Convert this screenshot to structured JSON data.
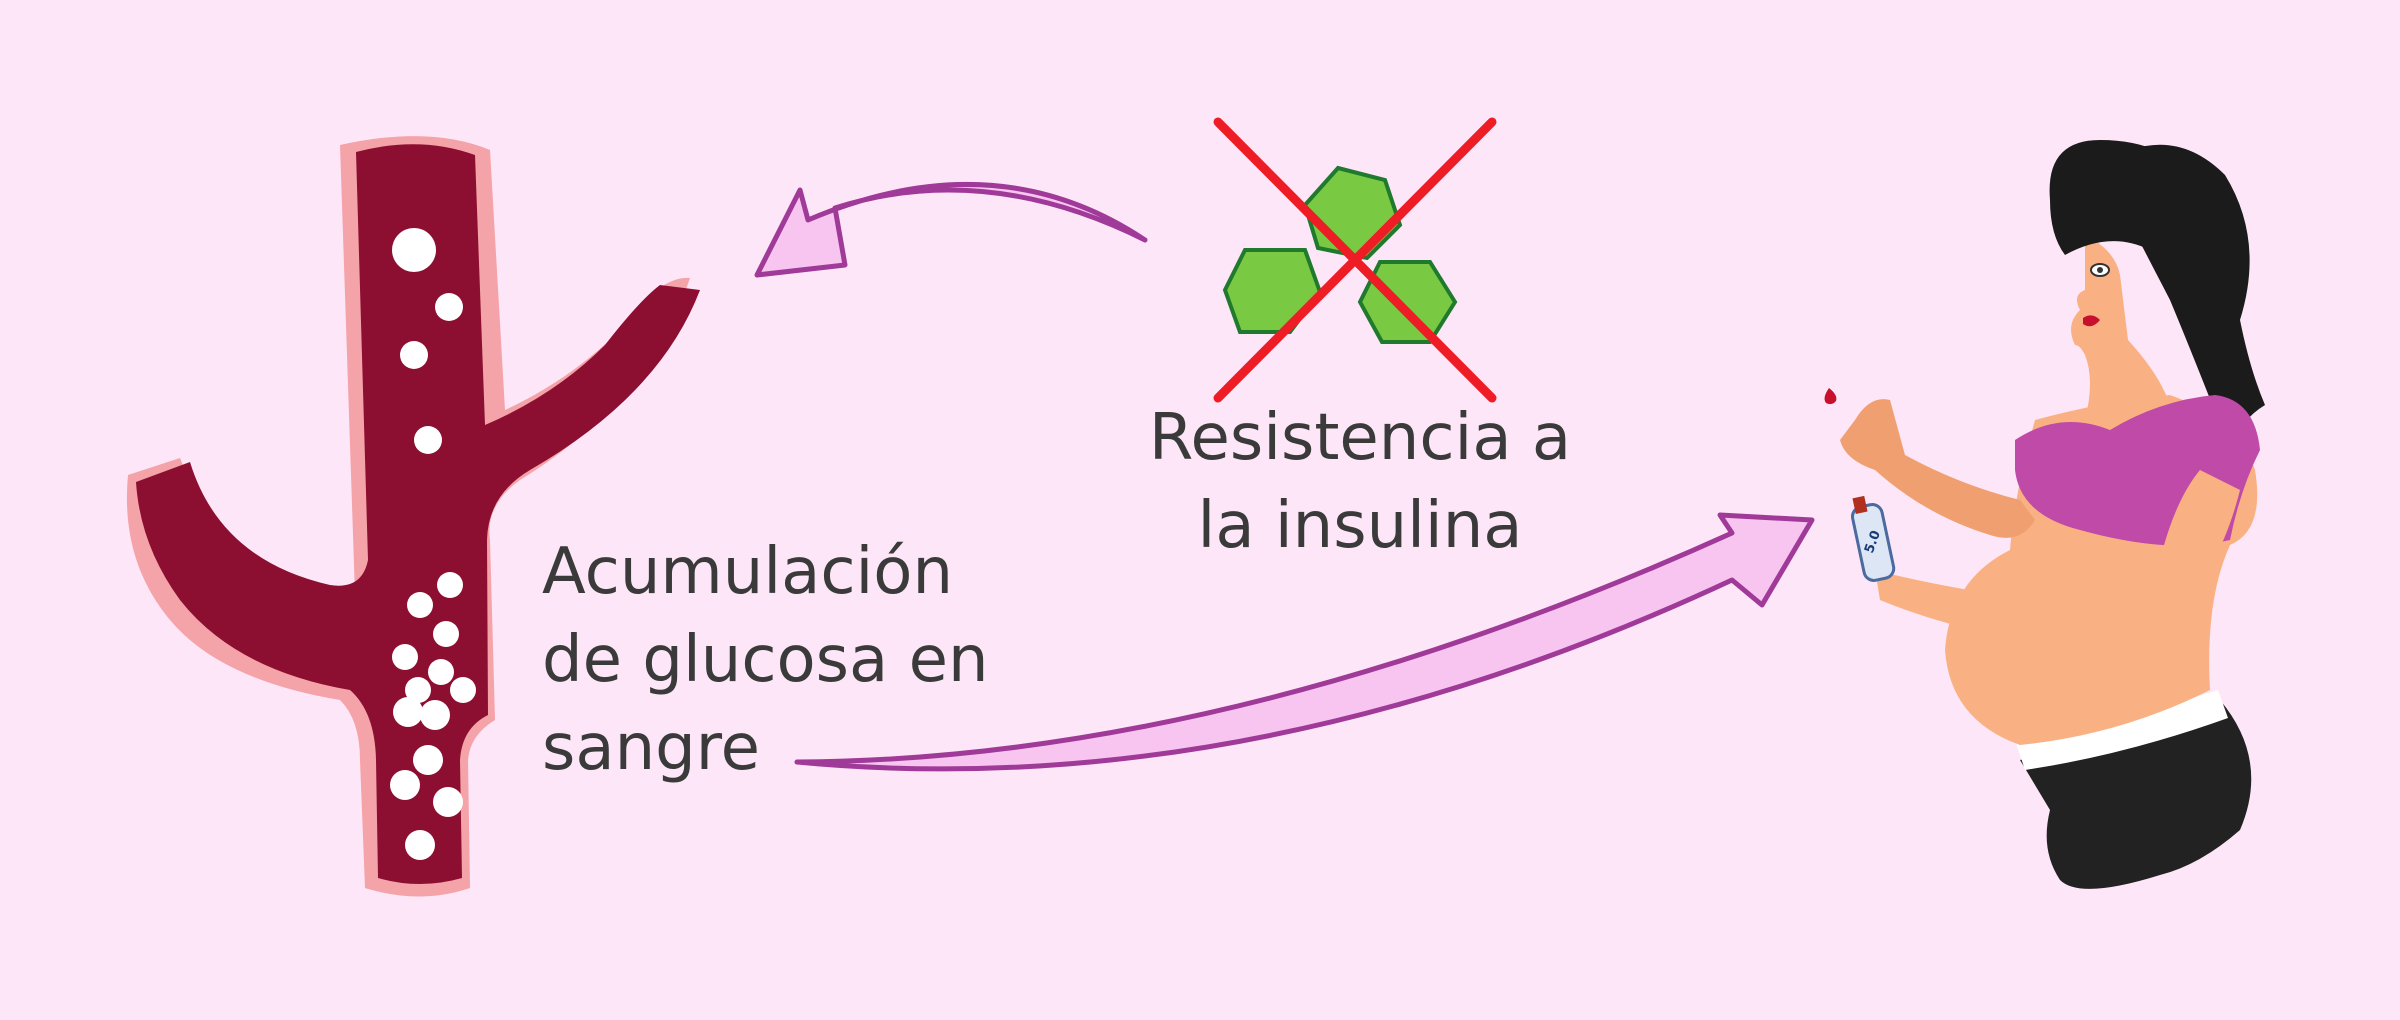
{
  "labels": {
    "insulin_resistance": [
      "Resistencia a",
      "la insulina"
    ],
    "glucose_accumulation": [
      "Acumulación",
      "de glucosa en",
      "sangre"
    ]
  },
  "glucometer_reading": "5.0",
  "colors": {
    "background": "#fde6f7",
    "vessel": "#8c0e30",
    "vessel_edge": "#f4a3a8",
    "glucose": "#ffffff",
    "arrow_fill": "#f8c4f0",
    "arrow_stroke": "#a03a98",
    "hexagon": "#7ac943",
    "hexagon_stroke": "#1f7a2e",
    "cross": "#ee1c25",
    "hair": "#1b1b1b",
    "skin": "#f9b183",
    "top": "#c04aa8",
    "pants": "#222222"
  }
}
